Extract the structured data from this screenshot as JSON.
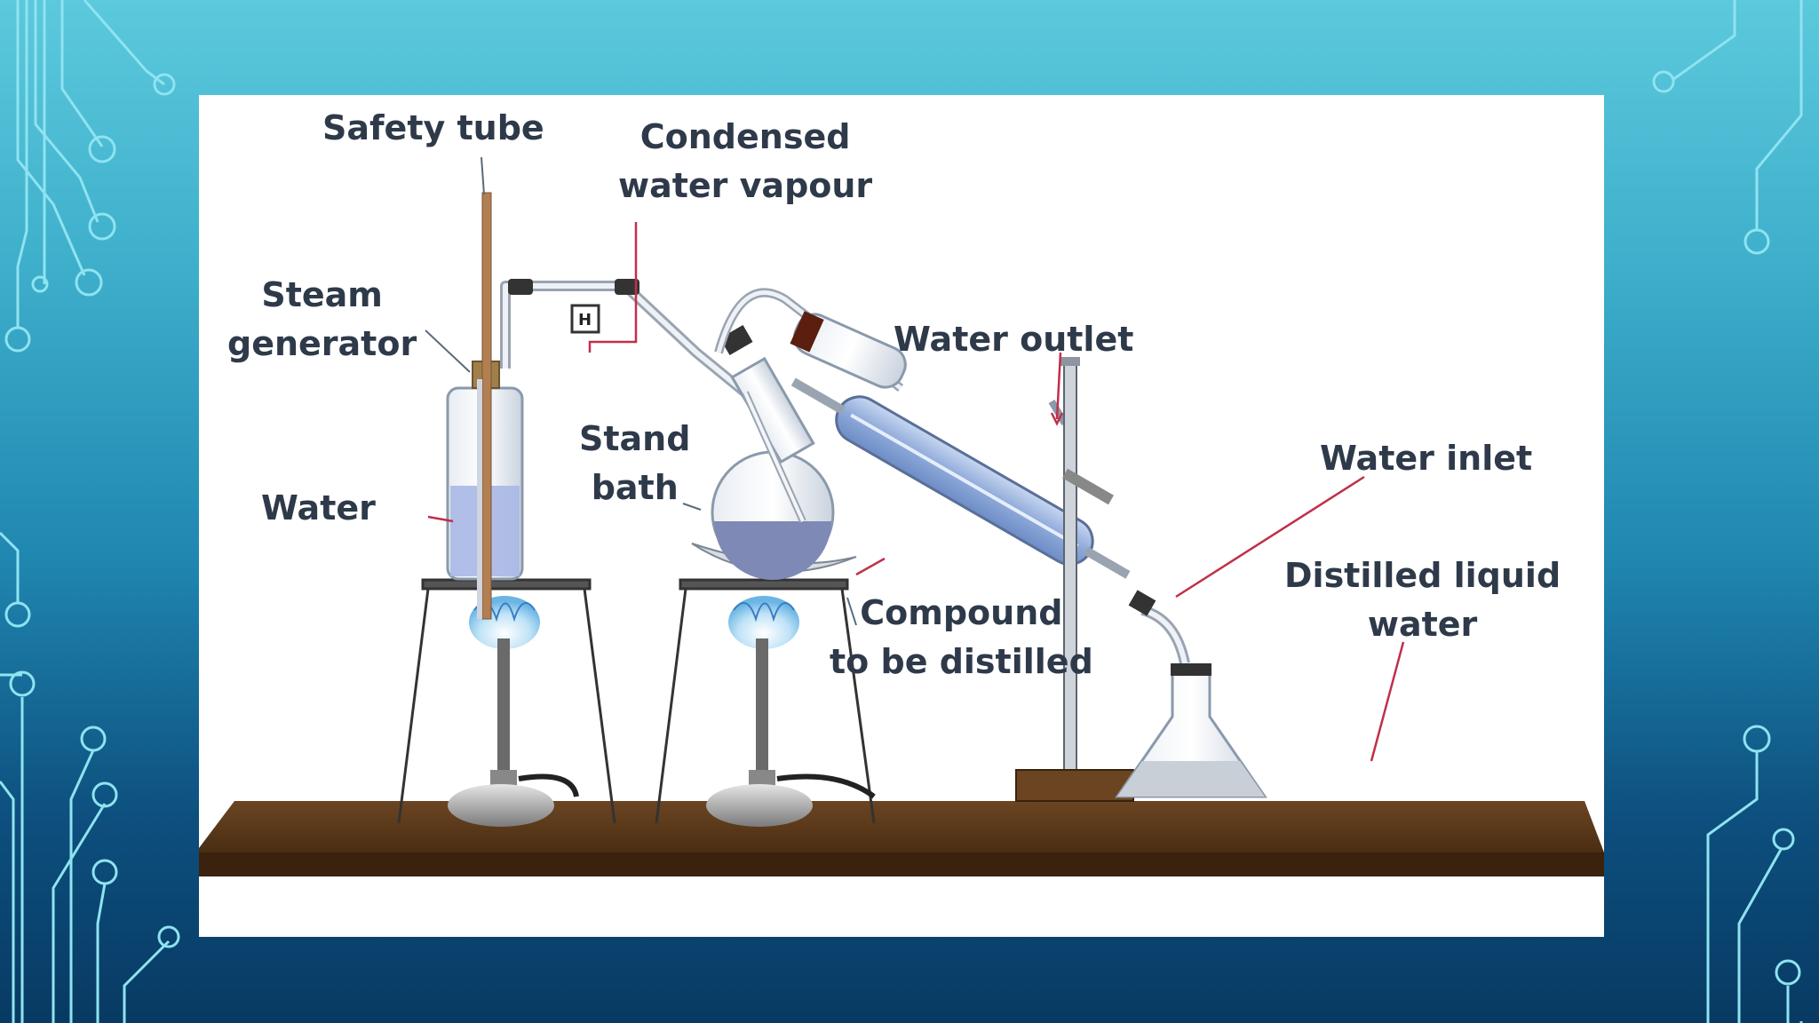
{
  "labels": {
    "safety_tube": "Safety tube",
    "condensed_line1": "Condensed",
    "condensed_line2": "water vapour",
    "steam_line1": "Steam",
    "steam_line2": "generator",
    "water_outlet": "Water outlet",
    "stand_line1": "Stand",
    "stand_line2": "bath",
    "water": "Water",
    "water_inlet": "Water inlet",
    "distilled_line1": "Distilled liquid",
    "distilled_line2": "water",
    "compound_line1": "Compound",
    "compound_line2": "to be distilled"
  },
  "colors": {
    "background_top": "#5cc9dc",
    "background_bottom": "#083a63",
    "circuit_lines": "#8fe3f0",
    "bench": "#5a3a1c",
    "water": "#a9b8e6",
    "pointer_lines": "#c0304a"
  }
}
